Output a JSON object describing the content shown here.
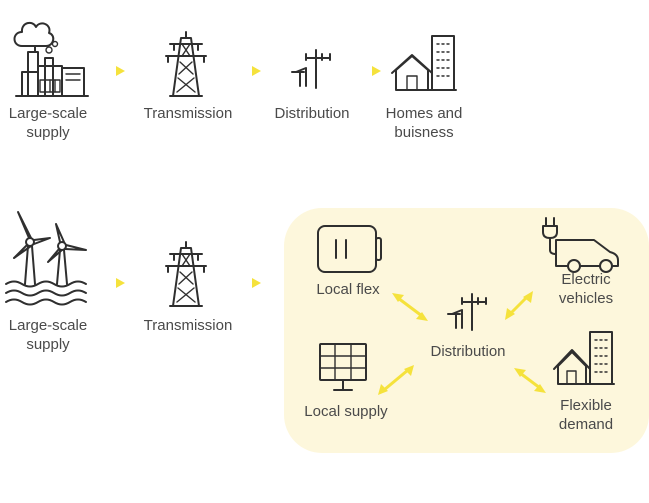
{
  "colors": {
    "accent": "#f5e23c",
    "panel": "#fdf7dc",
    "stroke": "#2f2f2f",
    "text": "#4a4a4a"
  },
  "top_row": {
    "supply": "Large-scale\nsupply",
    "transmission": "Transmission",
    "distribution": "Distribution",
    "homes": "Homes and\nbuisness"
  },
  "bottom_row": {
    "supply": "Large-scale\nsupply",
    "transmission": "Transmission"
  },
  "local_system": {
    "local_flex": "Local flex",
    "electric_vehicles": "Electric\nvehicles",
    "distribution": "Distribution",
    "local_supply": "Local supply",
    "flexible_demand": "Flexible\ndemand"
  },
  "icons": [
    "factory-icon",
    "pylon-icon",
    "utility-pole-icon",
    "house-building-icon",
    "wind-turbine-icon",
    "battery-icon",
    "electric-car-icon",
    "solar-panel-icon"
  ]
}
